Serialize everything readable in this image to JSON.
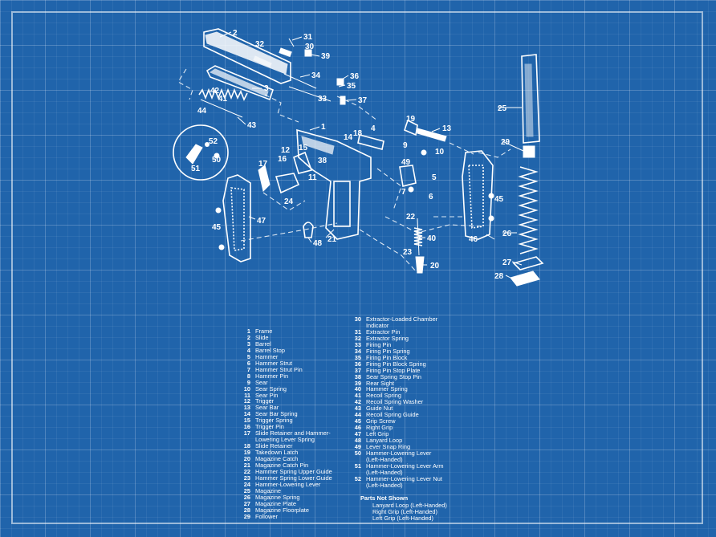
{
  "diagram": {
    "callouts": [
      "2",
      "31",
      "32",
      "30",
      "39",
      "34",
      "36",
      "35",
      "3",
      "33",
      "37",
      "42",
      "41",
      "44",
      "43",
      "1",
      "19",
      "4",
      "13",
      "18",
      "14",
      "9",
      "10",
      "25",
      "52",
      "50",
      "51",
      "12",
      "15",
      "38",
      "16",
      "17",
      "11",
      "49",
      "5",
      "7",
      "6",
      "29",
      "45",
      "24",
      "47",
      "22",
      "40",
      "48",
      "21",
      "46",
      "26",
      "23",
      "20",
      "27",
      "28"
    ],
    "parts_list": {
      "left": [
        {
          "num": "1",
          "name": "Frame"
        },
        {
          "num": "2",
          "name": "Slide"
        },
        {
          "num": "3",
          "name": "Barrel"
        },
        {
          "num": "4",
          "name": "Barrel Stop"
        },
        {
          "num": "5",
          "name": "Hammer"
        },
        {
          "num": "6",
          "name": "Hammer Strut"
        },
        {
          "num": "7",
          "name": "Hammer Strut Pin"
        },
        {
          "num": "8",
          "name": "Hammer Pin"
        },
        {
          "num": "9",
          "name": "Sear"
        },
        {
          "num": "10",
          "name": "Sear Spring"
        },
        {
          "num": "11",
          "name": "Sear Pin"
        },
        {
          "num": "12",
          "name": "Trigger"
        },
        {
          "num": "13",
          "name": "Sear Bar"
        },
        {
          "num": "14",
          "name": "Sear Bar Spring"
        },
        {
          "num": "15",
          "name": "Trigger Spring"
        },
        {
          "num": "16",
          "name": "Trigger Pin"
        },
        {
          "num": "17",
          "name": "Slide Retainer and Hammer-"
        },
        {
          "num": "",
          "name": "Lowering Lever Spring"
        },
        {
          "num": "18",
          "name": "Slide Retainer"
        },
        {
          "num": "19",
          "name": "Takedown Latch"
        },
        {
          "num": "20",
          "name": "Magazine Catch"
        },
        {
          "num": "21",
          "name": "Magazine Catch Pin"
        },
        {
          "num": "22",
          "name": "Hammer Spring Upper Guide"
        },
        {
          "num": "23",
          "name": "Hammer Spring Lower Guide"
        },
        {
          "num": "24",
          "name": "Hammer-Lowering Lever"
        },
        {
          "num": "25",
          "name": "Magazine"
        },
        {
          "num": "26",
          "name": "Magazine Spring"
        },
        {
          "num": "27",
          "name": "Magazine Plate"
        },
        {
          "num": "28",
          "name": "Magazine Floorplate"
        },
        {
          "num": "29",
          "name": "Follower"
        }
      ],
      "right": [
        {
          "num": "30",
          "name": "Extractor-Loaded Chamber"
        },
        {
          "num": "",
          "name": "Indicator"
        },
        {
          "num": "31",
          "name": "Extractor Pin"
        },
        {
          "num": "32",
          "name": "Extractor Spring"
        },
        {
          "num": "33",
          "name": "Firing Pin"
        },
        {
          "num": "34",
          "name": "Firing Pin Spring"
        },
        {
          "num": "35",
          "name": "Firing Pin Block"
        },
        {
          "num": "36",
          "name": "Firing Pin Block Spring"
        },
        {
          "num": "37",
          "name": "Firing Pin Stop Plate"
        },
        {
          "num": "38",
          "name": "Sear Spring Stop Pin"
        },
        {
          "num": "39",
          "name": "Rear Sight"
        },
        {
          "num": "40",
          "name": "Hammer Spring"
        },
        {
          "num": "41",
          "name": "Recoil Spring"
        },
        {
          "num": "42",
          "name": "Recoil Spring Washer"
        },
        {
          "num": "43",
          "name": "Guide Nut"
        },
        {
          "num": "44",
          "name": "Recoil Spring Guide"
        },
        {
          "num": "45",
          "name": "Grip Screw"
        },
        {
          "num": "46",
          "name": "Right Grip"
        },
        {
          "num": "47",
          "name": "Left Grip"
        },
        {
          "num": "48",
          "name": "Lanyard Loop"
        },
        {
          "num": "49",
          "name": "Lever Snap Ring"
        },
        {
          "num": "50",
          "name": "Hammer-Lowering Lever"
        },
        {
          "num": "",
          "name": "(Left-Handed)"
        },
        {
          "num": "51",
          "name": "Hammer-Lowering Lever Arm"
        },
        {
          "num": "",
          "name": "(Left-Handed)"
        },
        {
          "num": "52",
          "name": "Hammer-Lowering Lever Nut"
        },
        {
          "num": "",
          "name": "(Left-Handed)"
        }
      ],
      "not_shown_title": "Parts Not Shown",
      "not_shown": [
        "Lanyard Loop (Left-Handed)",
        "Right Grip (Left-Handed)",
        "Left Grip (Left-Handed)"
      ]
    }
  }
}
